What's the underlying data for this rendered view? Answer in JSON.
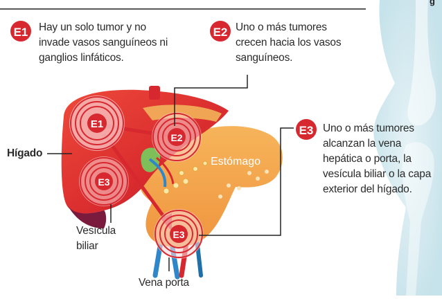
{
  "header_fragment": "g",
  "stages": {
    "e1": {
      "badge": "E1",
      "text_lines": [
        "Hay un solo tumor y no",
        "invade vasos sanguíneos ni",
        "ganglios linfáticos."
      ]
    },
    "e2": {
      "badge": "E2",
      "text_lines": [
        "Uno o más tumores",
        "crecen hacia los vasos",
        "sanguíneos."
      ]
    },
    "e3": {
      "badge": "E3",
      "text_lines": [
        "Uno o más tumores",
        "alcanzan la vena",
        "hepática o porta, la",
        "vesícula biliar o la capa",
        "exterior del hígado."
      ]
    }
  },
  "labels": {
    "liver": "Hígado",
    "stomach": "Estómago",
    "gallbladder_line1": "Vesícula",
    "gallbladder_line2": "biliar",
    "portal_vein": "Vena porta"
  },
  "tumor_markers": [
    "E1",
    "E2",
    "E3",
    "E3"
  ],
  "colors": {
    "badge_red": "#d7282f",
    "liver_red": "#e53a31",
    "liver_dark": "#b31e2a",
    "stomach_orange": "#f3a24a",
    "bone_blue": "#cfe6ec",
    "portal_blue": "#2f86c8"
  }
}
